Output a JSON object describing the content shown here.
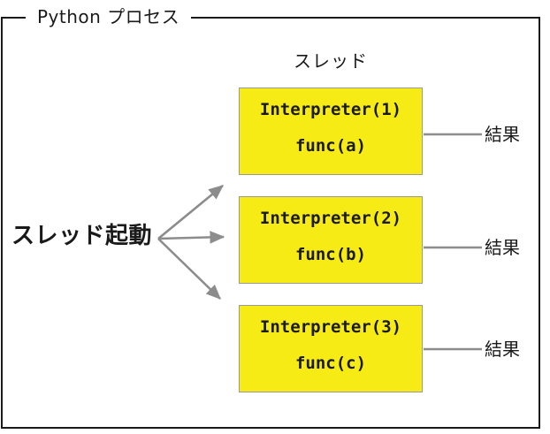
{
  "frame": {
    "label": "Python プロセス"
  },
  "thread_caption": "スレッド",
  "start_label": "スレッド起動",
  "boxes": [
    {
      "title": "Interpreter(1)",
      "func": "func(a)"
    },
    {
      "title": "Interpreter(2)",
      "func": "func(b)"
    },
    {
      "title": "Interpreter(3)",
      "func": "func(c)"
    }
  ],
  "results": [
    {
      "label": "結果"
    },
    {
      "label": "結果"
    },
    {
      "label": "結果"
    }
  ],
  "colors": {
    "box_fill": "#f7eb16",
    "box_border": "#999999",
    "arrow": "#8c8c8c",
    "frame": "#1a1a1a",
    "text": "#1a1a1a"
  }
}
